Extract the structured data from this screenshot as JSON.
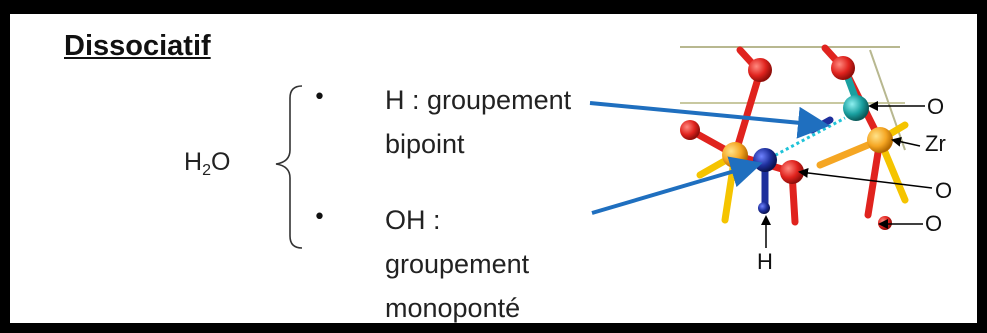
{
  "title": "Dissociatif",
  "formula": {
    "main": "H",
    "sub": "2",
    "tail": "O"
  },
  "bullet_symbol": "•",
  "items": [
    {
      "lines": [
        "H : groupement",
        "bipoint"
      ]
    },
    {
      "lines": [
        "OH :",
        "groupement",
        "monoponté"
      ]
    }
  ],
  "atom_labels": {
    "o_top": "O",
    "zr": "Zr",
    "o_mid": "O",
    "o_bottom": "O",
    "h": "H"
  },
  "colors": {
    "arrow": "#1f6fbf",
    "oxygen": "#e0231e",
    "zirconium": "#f5a623",
    "hydrogen": "#1e2f9c",
    "teal": "#1aa0a0"
  }
}
